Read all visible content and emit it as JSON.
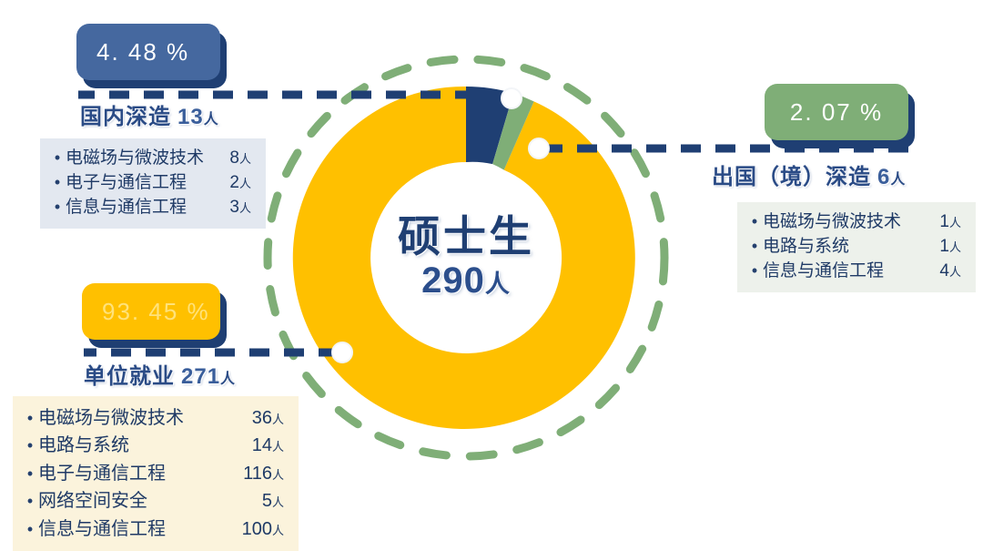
{
  "center": {
    "title": "硕士生",
    "total": "290",
    "total_unit": "人"
  },
  "colors": {
    "yellow": "#FFC000",
    "navy": "#1F3F73",
    "green": "#7FAE77",
    "badge_blue": "#45689F",
    "text_blue": "#2A4B86",
    "dash_green": "#7FAE77",
    "dash_navy": "#1F3F73"
  },
  "sections": {
    "domestic": {
      "percent": "4. 48  %",
      "label": "国内深造",
      "count": "13",
      "unit": "人",
      "items": [
        {
          "name": "电磁场与微波技术",
          "value": "8",
          "unit": "人"
        },
        {
          "name": "电子与通信工程",
          "value": "2",
          "unit": "人"
        },
        {
          "name": "信息与通信工程",
          "value": "3",
          "unit": "人"
        }
      ]
    },
    "abroad": {
      "percent": "2. 07  %",
      "label": "出国（境）深造",
      "count": "6",
      "unit": "人",
      "items": [
        {
          "name": "电磁场与微波技术",
          "value": "1",
          "unit": "人"
        },
        {
          "name": "电路与系统",
          "value": "1",
          "unit": "人"
        },
        {
          "name": "信息与通信工程",
          "value": "4",
          "unit": "人"
        }
      ]
    },
    "employment": {
      "percent": "93. 45  %",
      "label": "单位就业",
      "count": "271",
      "unit": "人",
      "items": [
        {
          "name": "电磁场与微波技术",
          "value": "36",
          "unit": "人"
        },
        {
          "name": "电路与系统",
          "value": "14",
          "unit": "人"
        },
        {
          "name": "电子与通信工程",
          "value": "116",
          "unit": "人"
        },
        {
          "name": "网络空间安全",
          "value": "5",
          "unit": "人"
        },
        {
          "name": "信息与通信工程",
          "value": "100",
          "unit": "人"
        }
      ]
    }
  },
  "bullet": "•",
  "chart_data": {
    "type": "pie",
    "title": "硕士生 290人",
    "categories": [
      "国内深造",
      "出国（境）深造",
      "单位就业"
    ],
    "values": [
      13,
      6,
      271
    ],
    "percentages": [
      4.48,
      2.07,
      93.45
    ],
    "colors": [
      "#1F3F73",
      "#7FAE77",
      "#FFC000"
    ],
    "total": 290,
    "unit": "人",
    "donut": true,
    "legend": "callout-labels",
    "grid": false,
    "breakdowns": {
      "国内深造": [
        [
          "电磁场与微波技术",
          8
        ],
        [
          "电子与通信工程",
          2
        ],
        [
          "信息与通信工程",
          3
        ]
      ],
      "出国（境）深造": [
        [
          "电磁场与微波技术",
          1
        ],
        [
          "电路与系统",
          1
        ],
        [
          "信息与通信工程",
          4
        ]
      ],
      "单位就业": [
        [
          "电磁场与微波技术",
          36
        ],
        [
          "电路与系统",
          14
        ],
        [
          "电子与通信工程",
          116
        ],
        [
          "网络空间安全",
          5
        ],
        [
          "信息与通信工程",
          100
        ]
      ]
    }
  }
}
